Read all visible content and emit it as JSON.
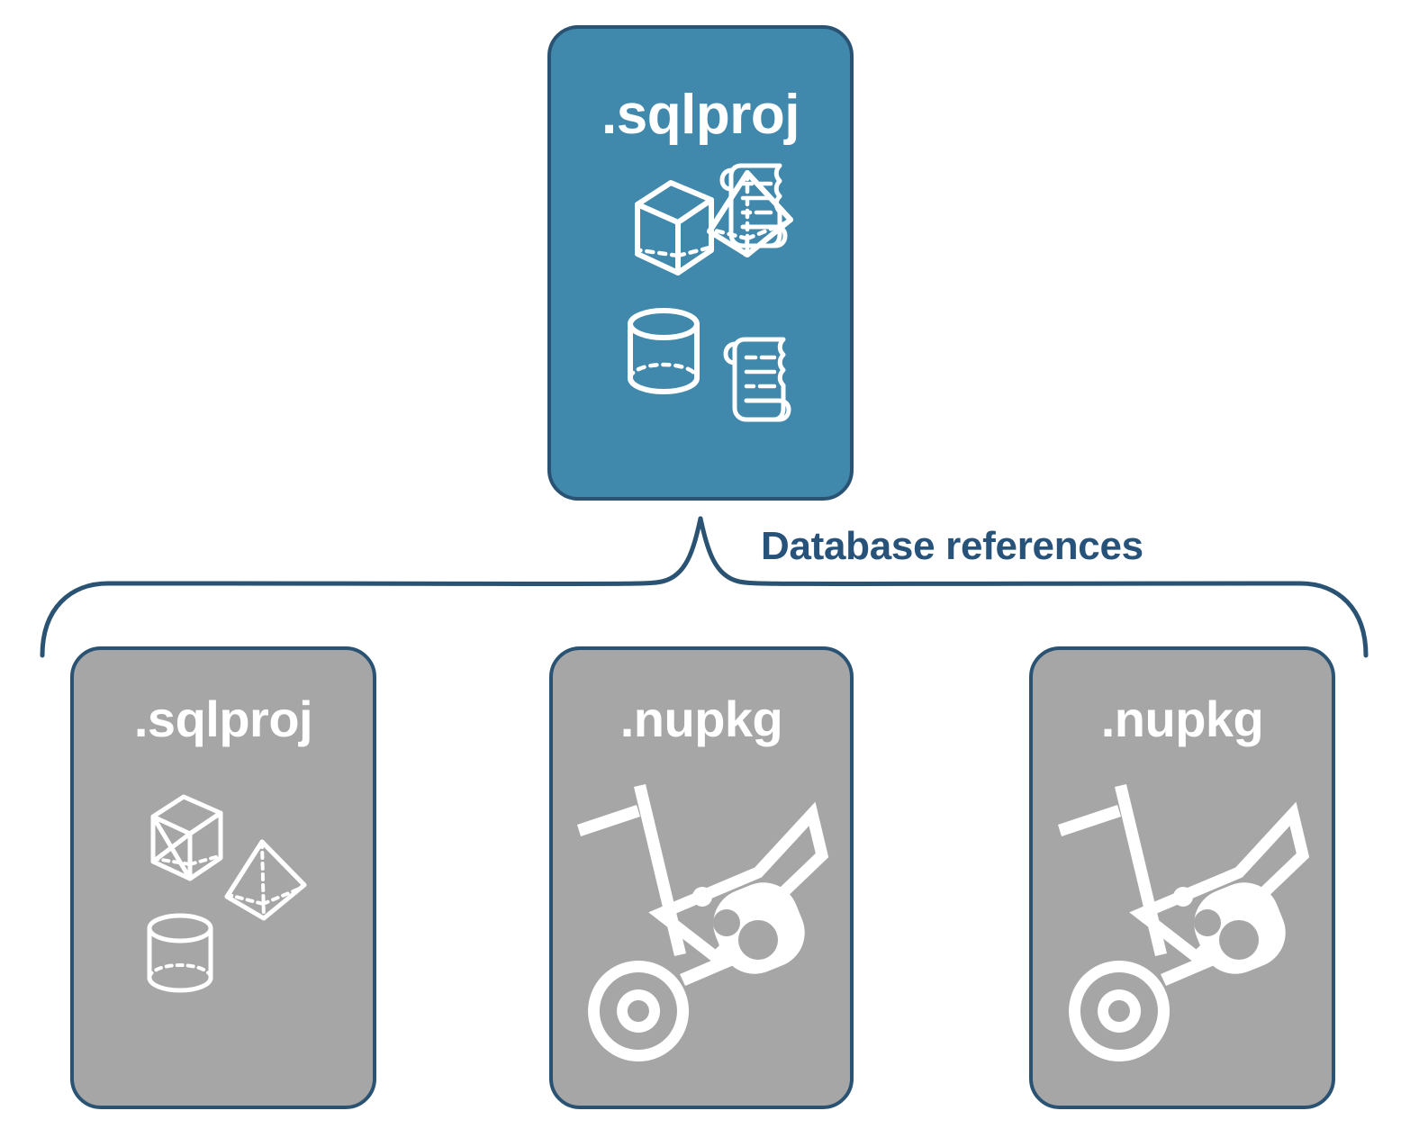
{
  "diagram": {
    "title_text": "Database references",
    "colors": {
      "primary_box_fill": "#4189AC",
      "secondary_box_fill": "#A6A6A6",
      "border": "#2A5273",
      "label_text": "#27527A",
      "icon_stroke": "#FFFFFF",
      "background": "#FFFFFF"
    },
    "parent": {
      "label": ".sqlproj",
      "fill": "primary",
      "icons": [
        "cube-wireframe-icon",
        "pyramid-wireframe-icon",
        "cylinder-wireframe-icon",
        "scroll-document-icon",
        "scroll-document-icon"
      ]
    },
    "connector": {
      "type": "curly-brace",
      "label": "Database references",
      "branch_count": 3
    },
    "children": [
      {
        "label": ".sqlproj",
        "fill": "secondary",
        "icons": [
          "cube-wireframe-icon",
          "pyramid-wireframe-icon",
          "cylinder-wireframe-icon"
        ]
      },
      {
        "label": ".nupkg",
        "fill": "secondary",
        "icons": [
          "hand-truck-package-icon"
        ]
      },
      {
        "label": ".nupkg",
        "fill": "secondary",
        "icons": [
          "hand-truck-package-icon"
        ]
      }
    ]
  }
}
